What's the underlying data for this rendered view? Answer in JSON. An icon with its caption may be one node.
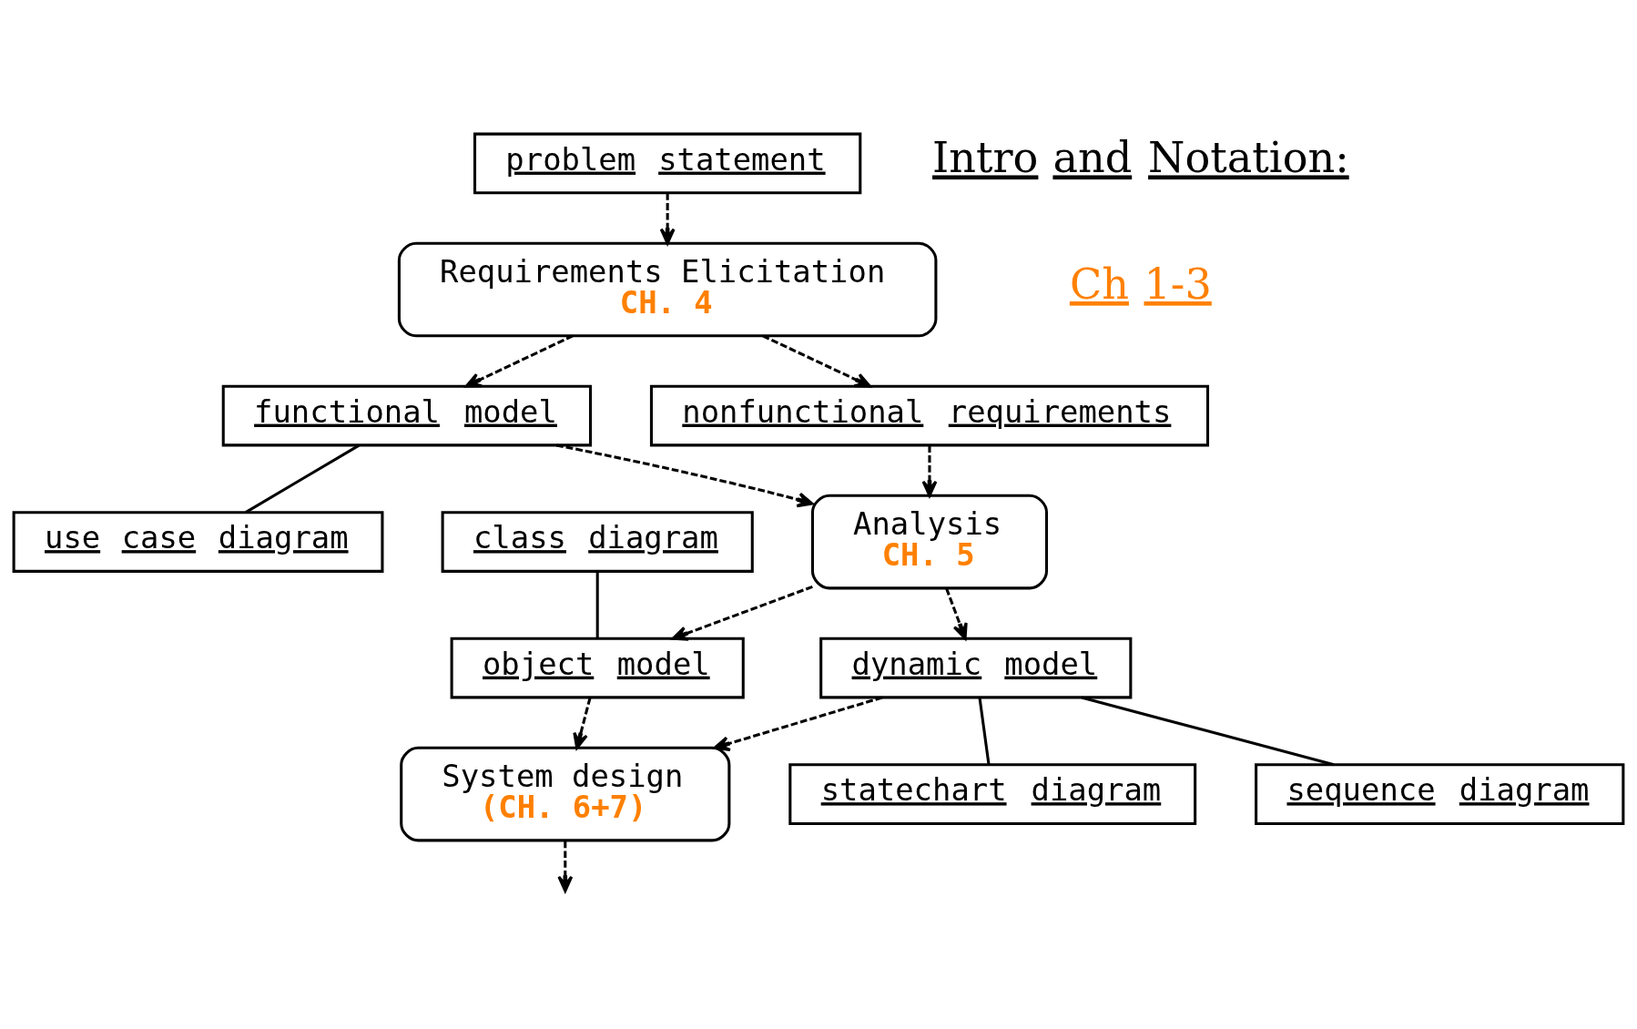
{
  "diagram": {
    "nodes": [
      {
        "text": [
          "problem statement"
        ]
      },
      {
        "text": [
          "Requirements Elicitation",
          "CH. 4"
        ]
      },
      {
        "text": [
          "functional model"
        ]
      },
      {
        "text": [
          "use case diagram"
        ]
      },
      {
        "text": [
          "nonfunctional requirements"
        ]
      },
      {
        "text": [
          "Analysis",
          "CH. 5"
        ]
      },
      {
        "text": [
          "class diagram"
        ]
      },
      {
        "text": [
          "object model"
        ]
      },
      {
        "text": [
          "statechart diagram"
        ]
      },
      {
        "text": [
          "dynamic model"
        ]
      },
      {
        "text": [
          "System design",
          "(CH. 6+7)"
        ]
      },
      {
        "text": [
          "sequence diagram"
        ]
      }
    ],
    "edges": [
      {
        "from": 0,
        "to": 1,
        "arrow": "to",
        "style": "dashed"
      },
      {
        "from": 1,
        "to": 4,
        "arrow": "to",
        "style": "dashed"
      },
      {
        "from": 1,
        "to": 2,
        "arrow": "to",
        "style": "dashed"
      },
      {
        "from": 2,
        "to": 3,
        "arrow": "none"
      },
      {
        "from": 2,
        "to": 5,
        "arrow": "to",
        "style": "dashed"
      },
      {
        "from": 4,
        "to": 5,
        "arrow": "to",
        "style": "dashed"
      },
      {
        "from": 5,
        "to": 7,
        "arrow": "to",
        "style": "dashed"
      },
      {
        "from": 6,
        "to": 7,
        "arrow": "none"
      },
      {
        "from": 5,
        "to": 9,
        "arrow": "to",
        "style": "dashed"
      },
      {
        "from": 9,
        "to": 8,
        "arrow": "none"
      },
      {
        "from": 7,
        "to": 10,
        "arrow": "to",
        "style": "dashed"
      },
      {
        "from": 9,
        "to": 10,
        "arrow": "to",
        "style": "dashed"
      },
      {
        "from": 9,
        "to": 11,
        "arrow": "none"
      },
      {
        "from": 10,
        "to": null,
        "arrow": "to",
        "style": "dashed"
      }
    ],
    "labels": [
      "Intro and Notation:",
      "Ch 1-3"
    ]
  }
}
